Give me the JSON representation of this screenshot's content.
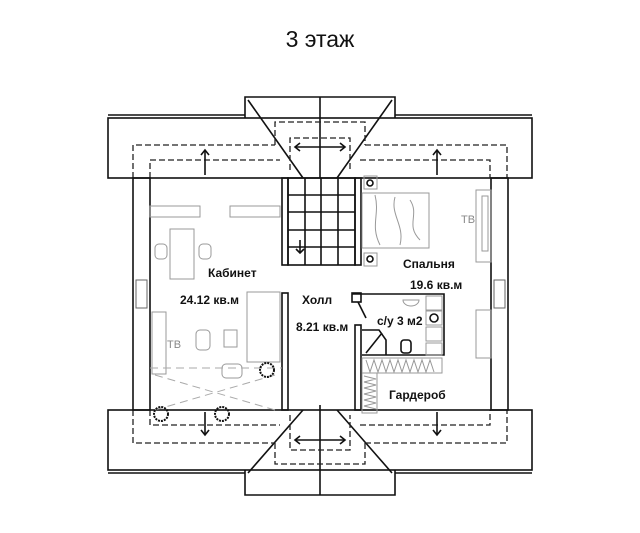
{
  "title": "3 этаж",
  "rooms": {
    "cabinet": {
      "name": "Кабинет",
      "area": "24.12 кв.м"
    },
    "hall": {
      "name": "Холл",
      "area": "8.21 кв.м"
    },
    "bedroom": {
      "name": "Спальня",
      "area": "19.6 кв.м"
    },
    "bathroom": {
      "name": "с/у 3 м2"
    },
    "wardrobe": {
      "name": "Гардероб"
    }
  },
  "tv_labels": [
    "ТВ",
    "ТВ"
  ]
}
